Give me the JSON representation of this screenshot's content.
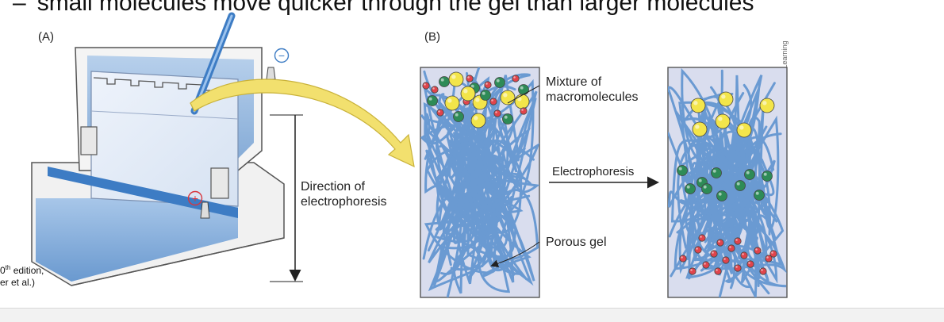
{
  "heading": {
    "dash": "–",
    "text": "small molecules move quicker through the gel than larger molecules"
  },
  "panels": {
    "a_label": "(A)",
    "b_label": "(B)"
  },
  "annotations": {
    "mixture_line1": "Mixture of",
    "mixture_line2": "macromolecules",
    "direction_line1": "Direction of",
    "direction_line2": "electrophoresis",
    "electrophoresis": "Electrophoresis",
    "porous_gel": "Porous gel",
    "minus_sign": "−",
    "plus_sign": "+"
  },
  "citation": {
    "line1_sup": "th",
    "line1_rest": " edition,",
    "line1_lead": "0",
    "line2": "er et al.)"
  },
  "copyright": "© Macmillan Learning",
  "colors": {
    "gel_fill": "#d9ddee",
    "fiber": "#6a9ad2",
    "yellow_molecule": "#f3e54a",
    "green_molecule": "#2e8b57",
    "red_molecule": "#e0444c",
    "arrow_yellow": "#f2e06e",
    "apparatus_blue": "#3d7cc4"
  }
}
